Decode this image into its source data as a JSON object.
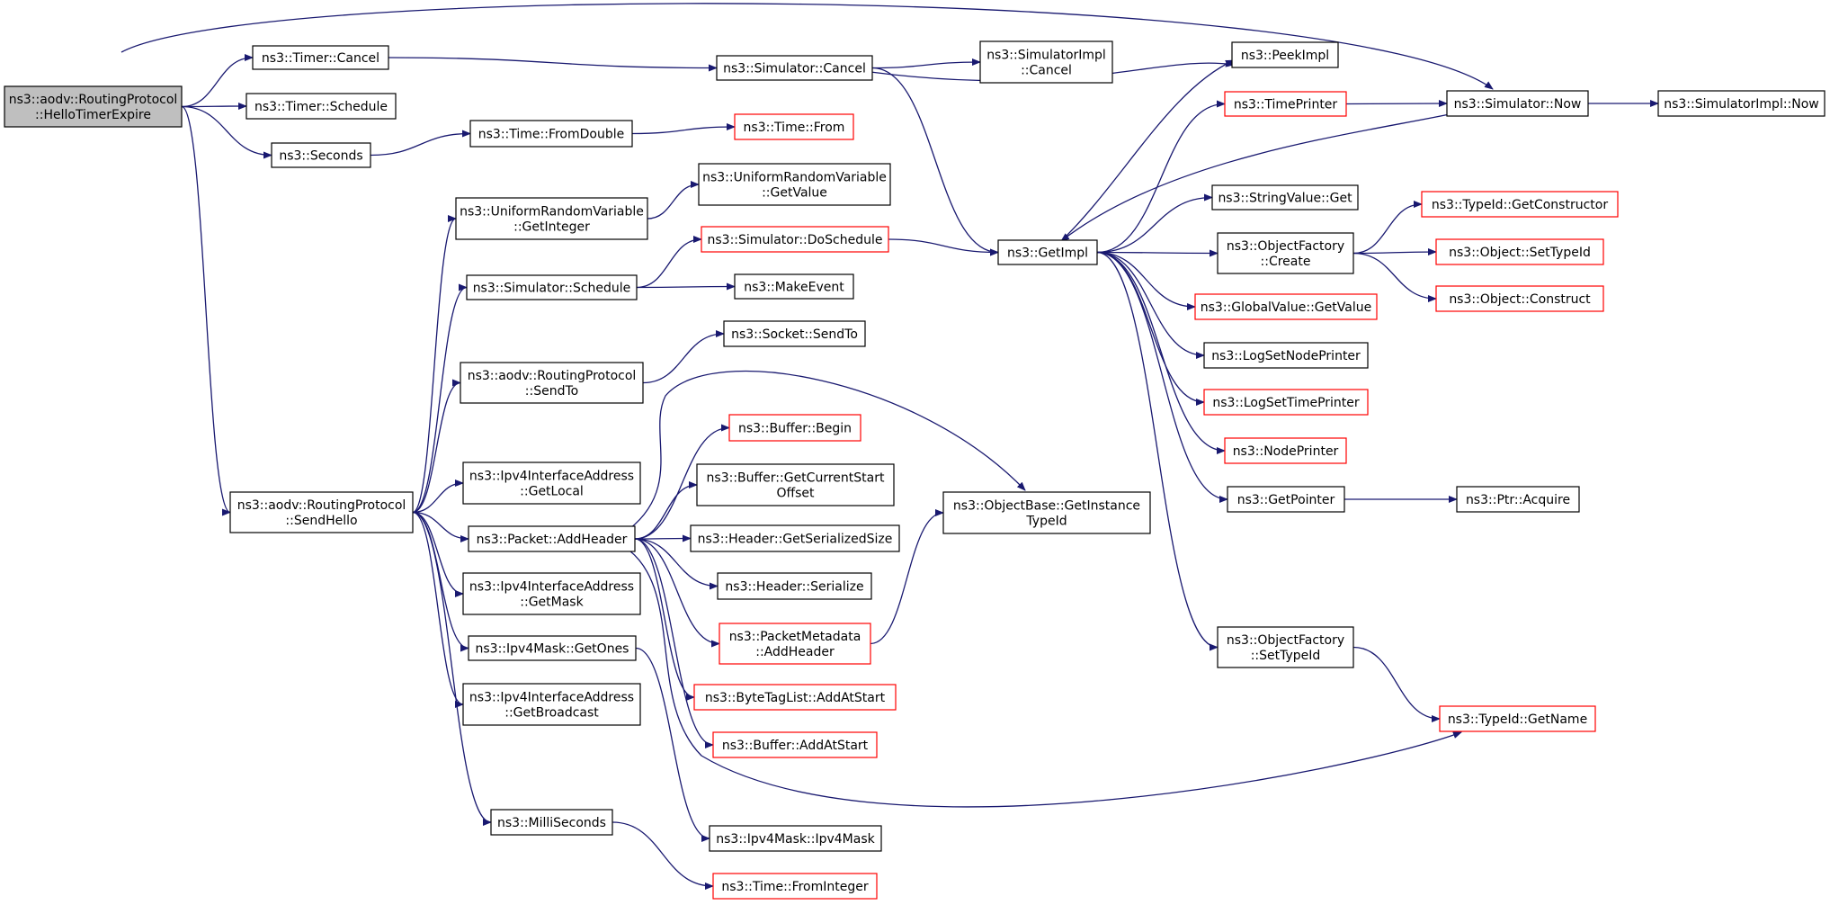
{
  "colors": {
    "root_fill": "#bfbfbf",
    "node_fill": "#ffffff",
    "plain_border": "#000000",
    "truncated_border": "#ff0000",
    "edge": "#191970"
  },
  "nodes": [
    {
      "id": "hello_timer_expire",
      "lines": [
        "ns3::aodv::RoutingProtocol",
        "::HelloTimerExpire"
      ],
      "style": "root"
    },
    {
      "id": "timer_cancel",
      "lines": [
        "ns3::Timer::Cancel"
      ],
      "style": "plain"
    },
    {
      "id": "timer_schedule",
      "lines": [
        "ns3::Timer::Schedule"
      ],
      "style": "plain"
    },
    {
      "id": "seconds",
      "lines": [
        "ns3::Seconds"
      ],
      "style": "plain"
    },
    {
      "id": "simulator_cancel",
      "lines": [
        "ns3::Simulator::Cancel"
      ],
      "style": "plain"
    },
    {
      "id": "simulatorimpl_cancel",
      "lines": [
        "ns3::SimulatorImpl",
        "::Cancel"
      ],
      "style": "plain"
    },
    {
      "id": "time_fromdouble",
      "lines": [
        "ns3::Time::FromDouble"
      ],
      "style": "plain"
    },
    {
      "id": "time_from",
      "lines": [
        "ns3::Time::From"
      ],
      "style": "truncated"
    },
    {
      "id": "urv_getvalue",
      "lines": [
        "ns3::UniformRandomVariable",
        "::GetValue"
      ],
      "style": "plain"
    },
    {
      "id": "urv_getinteger",
      "lines": [
        "ns3::UniformRandomVariable",
        "::GetInteger"
      ],
      "style": "plain"
    },
    {
      "id": "simulator_doschedule",
      "lines": [
        "ns3::Simulator::DoSchedule"
      ],
      "style": "truncated"
    },
    {
      "id": "simulator_schedule",
      "lines": [
        "ns3::Simulator::Schedule"
      ],
      "style": "plain"
    },
    {
      "id": "makeevent",
      "lines": [
        "ns3::MakeEvent"
      ],
      "style": "plain"
    },
    {
      "id": "socket_sendto",
      "lines": [
        "ns3::Socket::SendTo"
      ],
      "style": "plain"
    },
    {
      "id": "rp_sendto",
      "lines": [
        "ns3::aodv::RoutingProtocol",
        "::SendTo"
      ],
      "style": "plain"
    },
    {
      "id": "rp_sendhello",
      "lines": [
        "ns3::aodv::RoutingProtocol",
        "::SendHello"
      ],
      "style": "plain"
    },
    {
      "id": "ipv4ia_getlocal",
      "lines": [
        "ns3::Ipv4InterfaceAddress",
        "::GetLocal"
      ],
      "style": "plain"
    },
    {
      "id": "packet_addheader",
      "lines": [
        "ns3::Packet::AddHeader"
      ],
      "style": "plain"
    },
    {
      "id": "buffer_begin",
      "lines": [
        "ns3::Buffer::Begin"
      ],
      "style": "truncated"
    },
    {
      "id": "buffer_getcurrentstartoffset",
      "lines": [
        "ns3::Buffer::GetCurrentStart",
        "Offset"
      ],
      "style": "plain"
    },
    {
      "id": "header_getserializedsize",
      "lines": [
        "ns3::Header::GetSerializedSize"
      ],
      "style": "plain"
    },
    {
      "id": "header_serialize",
      "lines": [
        "ns3::Header::Serialize"
      ],
      "style": "plain"
    },
    {
      "id": "packetmetadata_addheader",
      "lines": [
        "ns3::PacketMetadata",
        "::AddHeader"
      ],
      "style": "truncated"
    },
    {
      "id": "bytetaglist_addatstart",
      "lines": [
        "ns3::ByteTagList::AddAtStart"
      ],
      "style": "truncated"
    },
    {
      "id": "buffer_addatstart",
      "lines": [
        "ns3::Buffer::AddAtStart"
      ],
      "style": "truncated"
    },
    {
      "id": "objectbase_getinstancetypeid",
      "lines": [
        "ns3::ObjectBase::GetInstance",
        "TypeId"
      ],
      "style": "plain"
    },
    {
      "id": "ipv4ia_getmask",
      "lines": [
        "ns3::Ipv4InterfaceAddress",
        "::GetMask"
      ],
      "style": "plain"
    },
    {
      "id": "ipv4mask_getones",
      "lines": [
        "ns3::Ipv4Mask::GetOnes"
      ],
      "style": "plain"
    },
    {
      "id": "ipv4ia_getbroadcast",
      "lines": [
        "ns3::Ipv4InterfaceAddress",
        "::GetBroadcast"
      ],
      "style": "plain"
    },
    {
      "id": "milliseconds",
      "lines": [
        "ns3::MilliSeconds"
      ],
      "style": "plain"
    },
    {
      "id": "ipv4mask_ipv4mask",
      "lines": [
        "ns3::Ipv4Mask::Ipv4Mask"
      ],
      "style": "plain"
    },
    {
      "id": "time_frominteger",
      "lines": [
        "ns3::Time::FromInteger"
      ],
      "style": "truncated"
    },
    {
      "id": "getimpl",
      "lines": [
        "ns3::GetImpl"
      ],
      "style": "plain"
    },
    {
      "id": "peekimpl",
      "lines": [
        "ns3::PeekImpl"
      ],
      "style": "plain"
    },
    {
      "id": "timeprinter",
      "lines": [
        "ns3::TimePrinter"
      ],
      "style": "truncated"
    },
    {
      "id": "simulator_now",
      "lines": [
        "ns3::Simulator::Now"
      ],
      "style": "plain"
    },
    {
      "id": "simulatorimpl_now",
      "lines": [
        "ns3::SimulatorImpl::Now"
      ],
      "style": "plain"
    },
    {
      "id": "stringvalue_get",
      "lines": [
        "ns3::StringValue::Get"
      ],
      "style": "plain"
    },
    {
      "id": "objectfactory_create",
      "lines": [
        "ns3::ObjectFactory",
        "::Create"
      ],
      "style": "plain"
    },
    {
      "id": "globalvalue_getvalue",
      "lines": [
        "ns3::GlobalValue::GetValue"
      ],
      "style": "truncated"
    },
    {
      "id": "logsetnodeprinter",
      "lines": [
        "ns3::LogSetNodePrinter"
      ],
      "style": "plain"
    },
    {
      "id": "logsettimeprinter",
      "lines": [
        "ns3::LogSetTimePrinter"
      ],
      "style": "truncated"
    },
    {
      "id": "nodeprinter",
      "lines": [
        "ns3::NodePrinter"
      ],
      "style": "truncated"
    },
    {
      "id": "getpointer",
      "lines": [
        "ns3::GetPointer"
      ],
      "style": "plain"
    },
    {
      "id": "ptr_acquire",
      "lines": [
        "ns3::Ptr::Acquire"
      ],
      "style": "plain"
    },
    {
      "id": "objectfactory_settypeid",
      "lines": [
        "ns3::ObjectFactory",
        "::SetTypeId"
      ],
      "style": "plain"
    },
    {
      "id": "typeid_getconstructor",
      "lines": [
        "ns3::TypeId::GetConstructor"
      ],
      "style": "truncated"
    },
    {
      "id": "object_settypeid",
      "lines": [
        "ns3::Object::SetTypeId"
      ],
      "style": "truncated"
    },
    {
      "id": "object_construct",
      "lines": [
        "ns3::Object::Construct"
      ],
      "style": "truncated"
    },
    {
      "id": "typeid_getname",
      "lines": [
        "ns3::TypeId::GetName"
      ],
      "style": "truncated"
    }
  ],
  "edges": [
    {
      "from": "hello_timer_expire",
      "to": "timer_cancel"
    },
    {
      "from": "hello_timer_expire",
      "to": "timer_schedule"
    },
    {
      "from": "hello_timer_expire",
      "to": "seconds"
    },
    {
      "from": "hello_timer_expire",
      "to": "rp_sendhello"
    },
    {
      "from": "hello_timer_expire",
      "to": "simulator_now"
    },
    {
      "from": "timer_cancel",
      "to": "simulator_cancel"
    },
    {
      "from": "simulator_cancel",
      "to": "simulatorimpl_cancel"
    },
    {
      "from": "simulator_cancel",
      "to": "getimpl"
    },
    {
      "from": "simulator_cancel",
      "to": "peekimpl"
    },
    {
      "from": "seconds",
      "to": "time_fromdouble"
    },
    {
      "from": "time_fromdouble",
      "to": "time_from"
    },
    {
      "from": "urv_getinteger",
      "to": "urv_getvalue"
    },
    {
      "from": "simulator_schedule",
      "to": "simulator_doschedule"
    },
    {
      "from": "simulator_schedule",
      "to": "makeevent"
    },
    {
      "from": "simulator_doschedule",
      "to": "getimpl"
    },
    {
      "from": "rp_sendto",
      "to": "socket_sendto"
    },
    {
      "from": "rp_sendhello",
      "to": "urv_getinteger"
    },
    {
      "from": "rp_sendhello",
      "to": "simulator_schedule"
    },
    {
      "from": "rp_sendhello",
      "to": "rp_sendto"
    },
    {
      "from": "rp_sendhello",
      "to": "ipv4ia_getlocal"
    },
    {
      "from": "rp_sendhello",
      "to": "packet_addheader"
    },
    {
      "from": "rp_sendhello",
      "to": "ipv4ia_getmask"
    },
    {
      "from": "rp_sendhello",
      "to": "ipv4mask_getones"
    },
    {
      "from": "rp_sendhello",
      "to": "ipv4ia_getbroadcast"
    },
    {
      "from": "rp_sendhello",
      "to": "milliseconds"
    },
    {
      "from": "packet_addheader",
      "to": "objectbase_getinstancetypeid"
    },
    {
      "from": "packet_addheader",
      "to": "buffer_begin"
    },
    {
      "from": "packet_addheader",
      "to": "buffer_getcurrentstartoffset"
    },
    {
      "from": "packet_addheader",
      "to": "header_getserializedsize"
    },
    {
      "from": "packet_addheader",
      "to": "header_serialize"
    },
    {
      "from": "packet_addheader",
      "to": "packetmetadata_addheader"
    },
    {
      "from": "packet_addheader",
      "to": "bytetaglist_addatstart"
    },
    {
      "from": "packet_addheader",
      "to": "buffer_addatstart"
    },
    {
      "from": "packet_addheader",
      "to": "typeid_getname"
    },
    {
      "from": "packetmetadata_addheader",
      "to": "objectbase_getinstancetypeid"
    },
    {
      "from": "ipv4mask_getones",
      "to": "ipv4mask_ipv4mask"
    },
    {
      "from": "milliseconds",
      "to": "time_frominteger"
    },
    {
      "from": "getimpl",
      "to": "peekimpl"
    },
    {
      "from": "getimpl",
      "to": "timeprinter"
    },
    {
      "from": "getimpl",
      "to": "stringvalue_get"
    },
    {
      "from": "getimpl",
      "to": "objectfactory_create"
    },
    {
      "from": "getimpl",
      "to": "globalvalue_getvalue"
    },
    {
      "from": "getimpl",
      "to": "logsetnodeprinter"
    },
    {
      "from": "getimpl",
      "to": "logsettimeprinter"
    },
    {
      "from": "getimpl",
      "to": "nodeprinter"
    },
    {
      "from": "getimpl",
      "to": "getpointer"
    },
    {
      "from": "getimpl",
      "to": "objectfactory_settypeid"
    },
    {
      "from": "simulator_now",
      "to": "getimpl"
    },
    {
      "from": "timeprinter",
      "to": "simulator_now"
    },
    {
      "from": "simulator_now",
      "to": "simulatorimpl_now"
    },
    {
      "from": "objectfactory_create",
      "to": "typeid_getconstructor"
    },
    {
      "from": "objectfactory_create",
      "to": "object_settypeid"
    },
    {
      "from": "objectfactory_create",
      "to": "object_construct"
    },
    {
      "from": "getpointer",
      "to": "ptr_acquire"
    },
    {
      "from": "objectfactory_settypeid",
      "to": "typeid_getname"
    }
  ]
}
